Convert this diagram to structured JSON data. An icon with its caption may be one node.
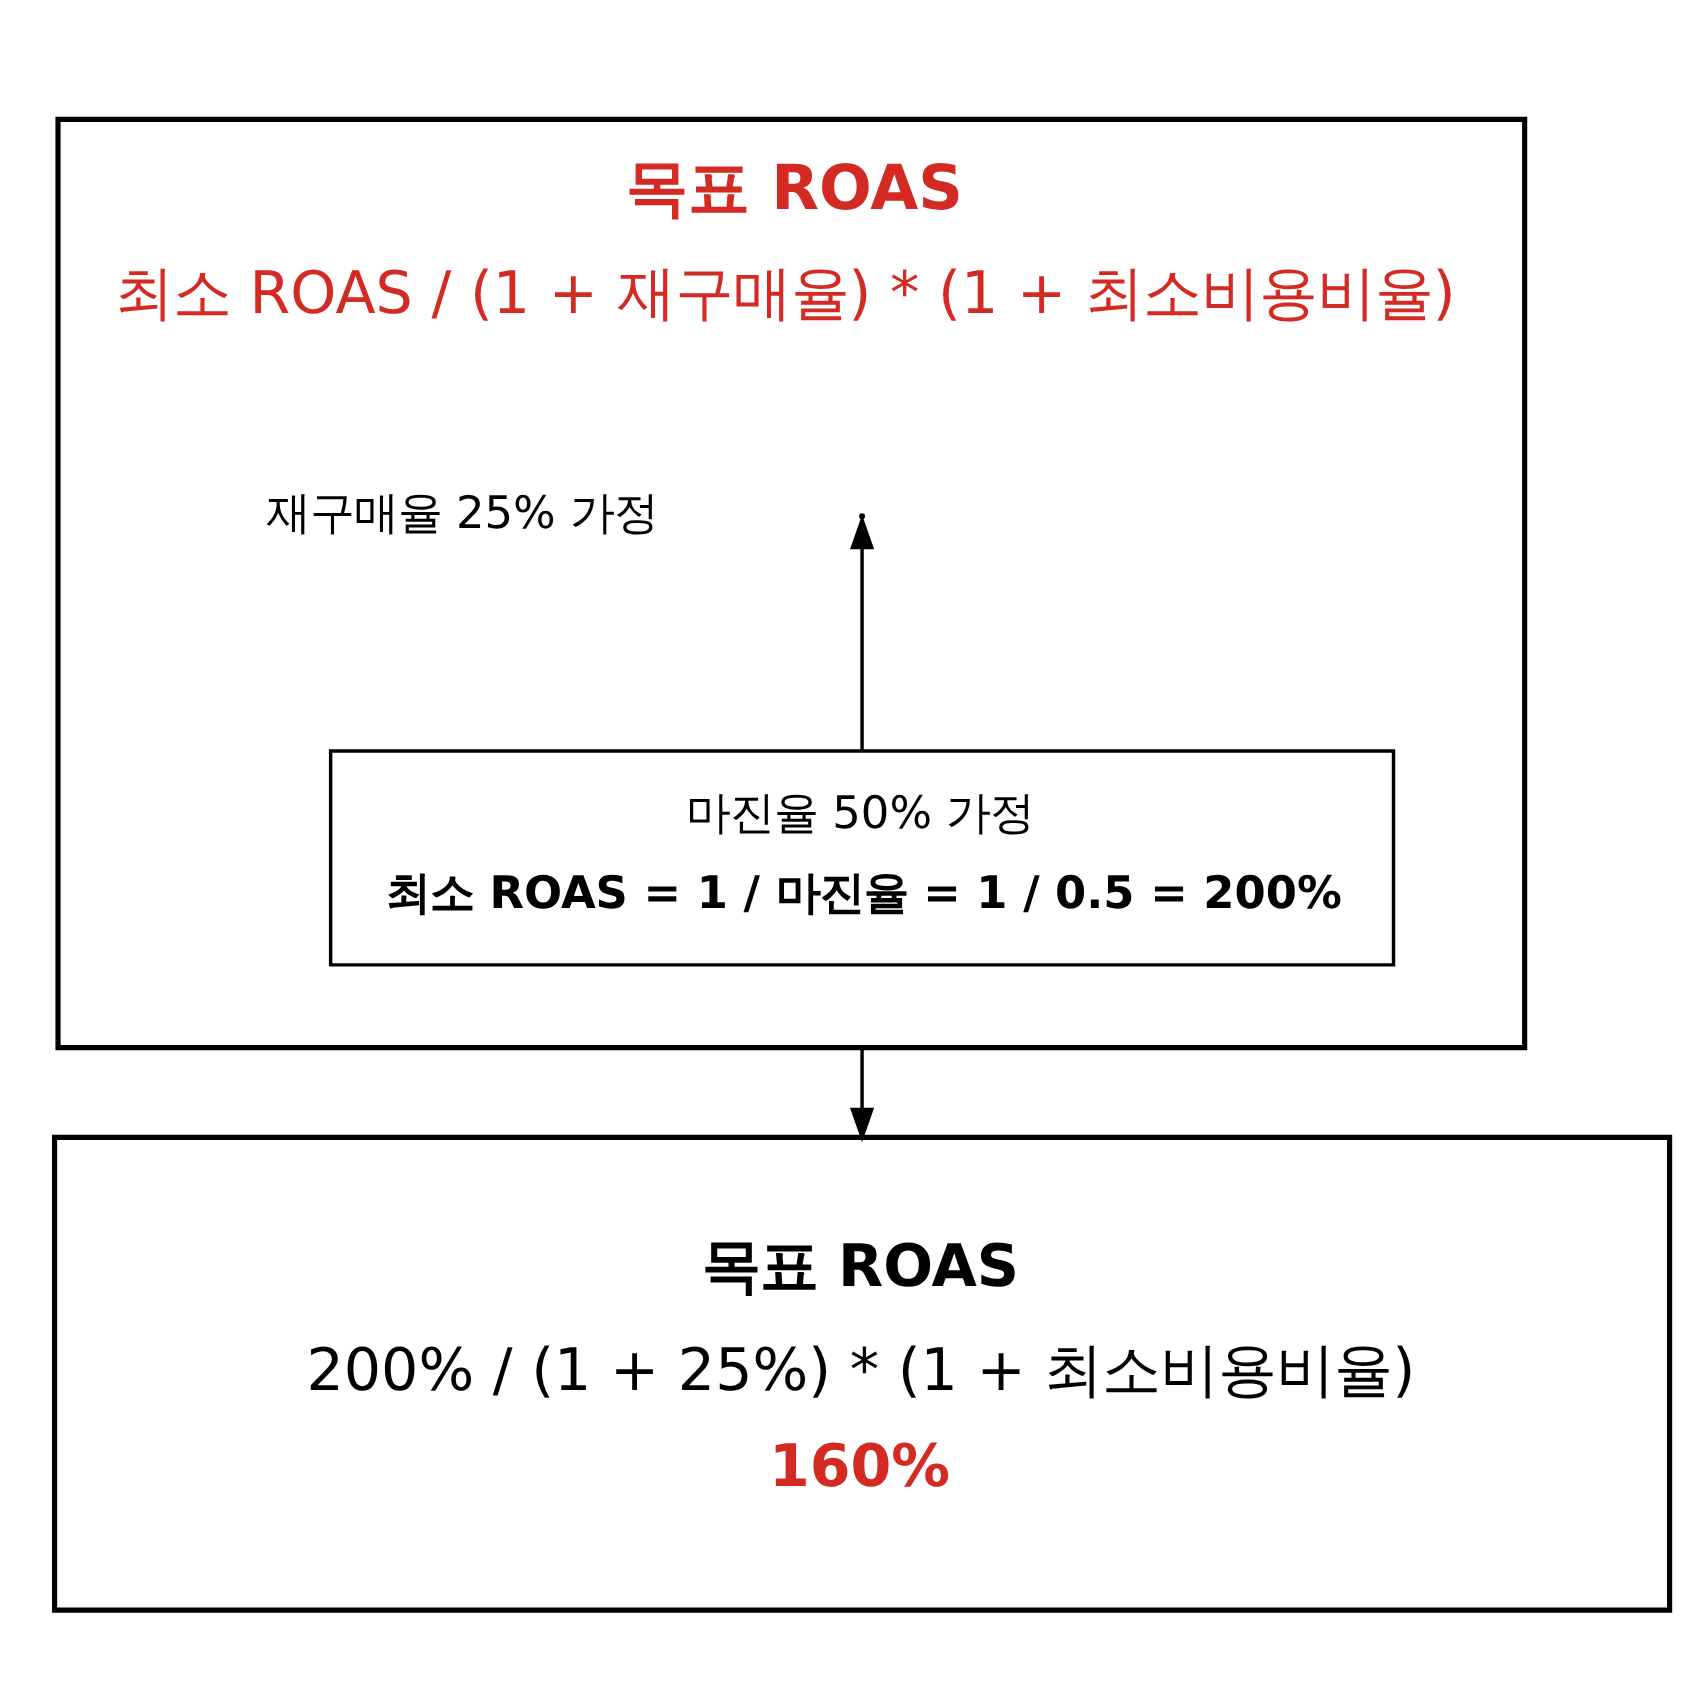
{
  "diagram": {
    "nodes": [
      {
        "text": [
          "목표 ROAS",
          "최소 ROAS / (1 + 재구매율) * (1 + 최소비용비율)"
        ]
      },
      {
        "text": [
          "마진율 50% 가정",
          "최소 ROAS = 1 / 마진율 = 1 / 0.5 = 200%"
        ],
        "in": 0
      },
      {
        "text": [
          "목표 ROAS",
          "200% / (1 + 25%) * (1 + 최소비용비율)",
          "160%"
        ]
      }
    ],
    "edges": [
      {
        "from": 0,
        "to": 2,
        "arrow": "to"
      },
      {
        "from": 1,
        "to": null,
        "arrow": "to"
      }
    ],
    "labels": [
      "재구매율 25% 가정"
    ]
  }
}
